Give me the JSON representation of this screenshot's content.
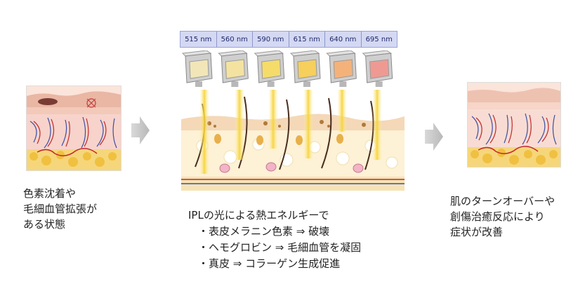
{
  "wavelengths": [
    "515 nm",
    "560 nm",
    "590 nm",
    "615 nm",
    "640 nm",
    "695 nm"
  ],
  "filter_colors": [
    "#f2e6b8",
    "#f4e3a0",
    "#f5dc6a",
    "#f6cf5c",
    "#f4b27a",
    "#ee9a92"
  ],
  "left_caption": [
    "色素沈着や",
    "毛細血管拡張が",
    "ある状態"
  ],
  "right_caption": [
    "肌のターンオーバーや",
    "創傷治癒反応により",
    "症状が改善"
  ],
  "center_text": {
    "heading": "IPLの光による熱エネルギーで",
    "bullets": [
      "・表皮メラニン色素 ⇒ 破壊",
      "・ヘモグロビン ⇒ 毛細血管を凝固",
      "・真皮 ⇒ コラーゲン生成促進"
    ]
  }
}
